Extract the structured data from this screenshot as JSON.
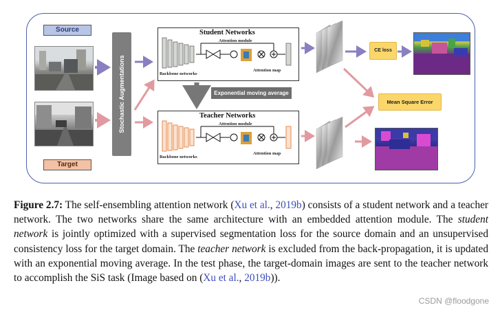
{
  "diagram": {
    "source_label": "Source",
    "target_label": "Target",
    "augmentation_label": "Stochastic Augmentations",
    "student": {
      "title": "Student Networks",
      "backbone": "Backbone networks",
      "attention_module": "Attention module",
      "attention_map": "Attention map"
    },
    "teacher": {
      "title": "Teacher Networks",
      "backbone": "Backbone networks",
      "attention_module": "Attention module",
      "attention_map": "Attention map"
    },
    "ema_label": "Exponential moving average",
    "ce_loss": "CE loss",
    "mse_label": "Mean Square Error",
    "colors": {
      "student_layers": "#d5d7d2",
      "teacher_layers": "#f0a877",
      "source_tag": "#b9c5e6",
      "target_tag": "#f3c1a5",
      "loss_box": "#fbd66b",
      "arrow_source": "#8a7fc0",
      "arrow_target": "#e09aa0"
    }
  },
  "caption": {
    "figure_label": "Figure 2.7:",
    "t1": " The self-ensembling attention network (",
    "cite1_authors": "Xu et al.",
    "cite_sep": ", ",
    "cite1_year": "2019b",
    "t2": ") consists of a student network and a teacher network. The two networks share the same architecture with an embedded attention module. The ",
    "student_network": "student network",
    "t3": " is jointly optimized with a supervised segmentation loss for the source domain and an unsupervised consistency loss for the target domain. The ",
    "teacher_network": "teacher network",
    "t4": " is excluded from the back-propagation, it is updated with an exponential moving average. In the test phase, the target-domain images are sent to the teacher network to accomplish the SiS task (Image based on (",
    "cite2_authors": "Xu et al.",
    "cite2_year": "2019b",
    "t5": "))."
  },
  "watermark": "CSDN @floodgone"
}
